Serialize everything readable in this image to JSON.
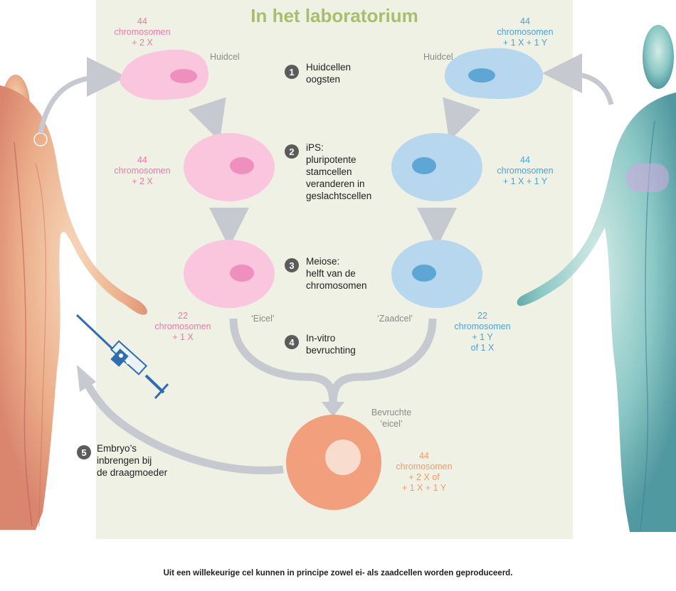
{
  "title": "In het laboratorium",
  "caption": "Uit een willekeurige cel kunnen in principe zowel ei- als zaadcellen worden geproduceerd.",
  "colors": {
    "panel": "#eff1e4",
    "female_cell": "#f9c6de",
    "female_nucleus": "#ee8fbd",
    "male_cell": "#b7d7ee",
    "male_nucleus": "#5ea6d3",
    "fertilized_cell": "#f29f7d",
    "arrow": "#c6c9cf",
    "step_badge": "#5b5b5b",
    "title": "#a7bf6d"
  },
  "labels": {
    "skin_cell_left": "Huidcel",
    "skin_cell_right": "Huidcel",
    "egg_cell": "‘Eicel’",
    "sperm_cell": "‘Zaadcel’",
    "fertilized": [
      "Bevruchte",
      "‘eicel’"
    ]
  },
  "chromosomes": {
    "female_top": [
      "44",
      "chromosomen",
      "+ 2 X"
    ],
    "male_top": [
      "44",
      "chromosomen",
      "+ 1 X + 1 Y"
    ],
    "female_ips": [
      "44",
      "chromosomen",
      "+ 2 X"
    ],
    "male_ips": [
      "44",
      "chromosomen",
      "+ 1 X + 1 Y"
    ],
    "female_meiosis": [
      "22",
      "chromosomen",
      "+ 1 X"
    ],
    "male_meiosis": [
      "22",
      "chromosomen",
      "+ 1 Y",
      "of 1 X"
    ],
    "fertilized": [
      "44",
      "chromosomen",
      "+ 2 X  of",
      "+ 1 X + 1 Y"
    ]
  },
  "steps": [
    {
      "number": "1",
      "lines": [
        "Huidcellen",
        "oogsten"
      ]
    },
    {
      "number": "2",
      "lines": [
        "iPS:",
        "pluripotente",
        "stamcellen",
        "veranderen in",
        "geslachtscellen"
      ]
    },
    {
      "number": "3",
      "lines": [
        "Meiose:",
        "helft van  de",
        "chromosomen"
      ]
    },
    {
      "number": "4",
      "lines": [
        "In-vitro",
        "bevruchting"
      ]
    },
    {
      "number": "5",
      "lines": [
        "Embryo’s",
        "inbrengen bij",
        "de draagmoeder"
      ]
    }
  ],
  "icons": [
    "female-body-illustration",
    "male-body-illustration",
    "syringe-icon"
  ]
}
